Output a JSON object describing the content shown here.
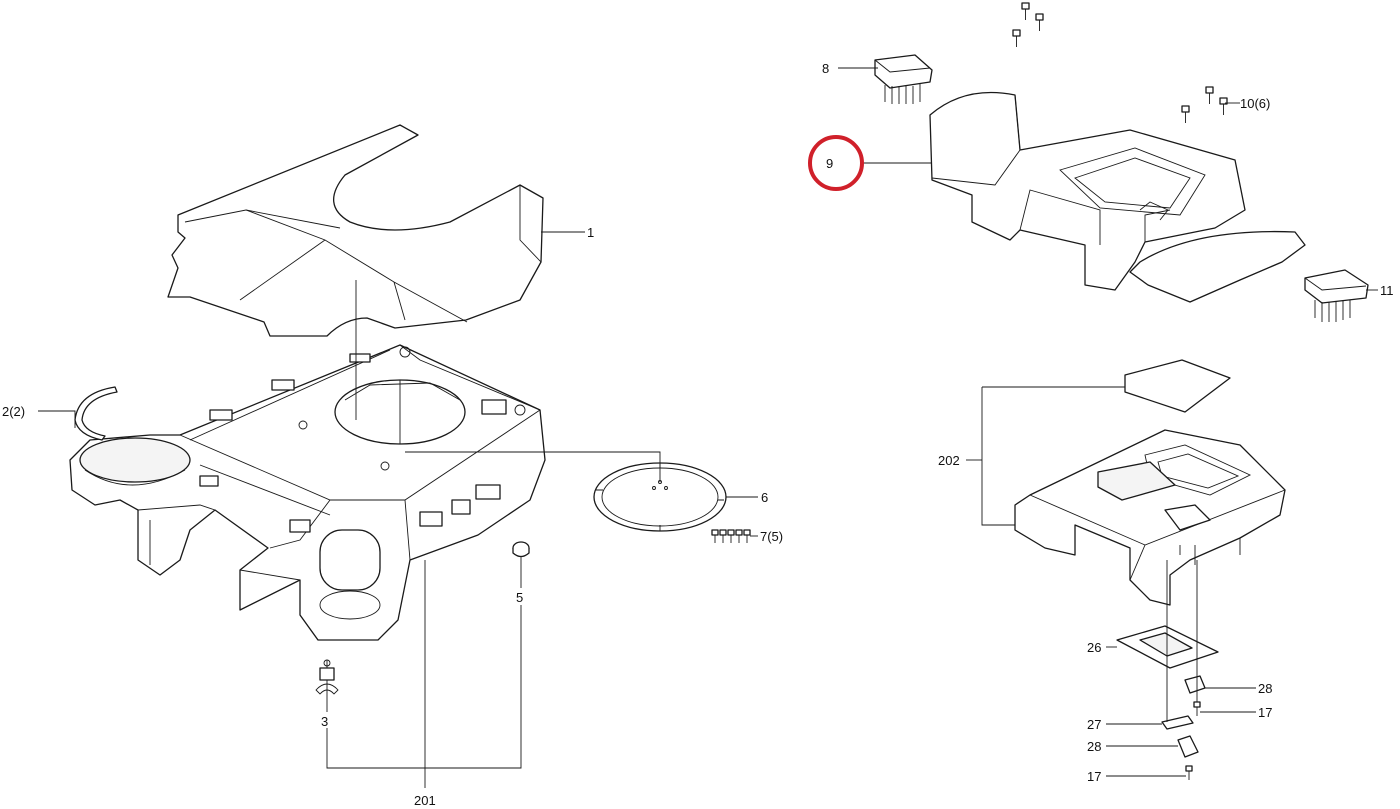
{
  "highlight_color": "#d0202a",
  "line_color": "#1a1a1a",
  "callouts": {
    "c1": "1",
    "c2": "2(2)",
    "c3": "3",
    "c5": "5",
    "c6": "6",
    "c7": "7(5)",
    "c8": "8",
    "c9": "9",
    "c10": "10(6)",
    "c11": "11",
    "c17a": "17",
    "c17b": "17",
    "c26": "26",
    "c27": "27",
    "c28a": "28",
    "c28b": "28",
    "c201": "201",
    "c202": "202"
  },
  "highlighted_callout": "9"
}
